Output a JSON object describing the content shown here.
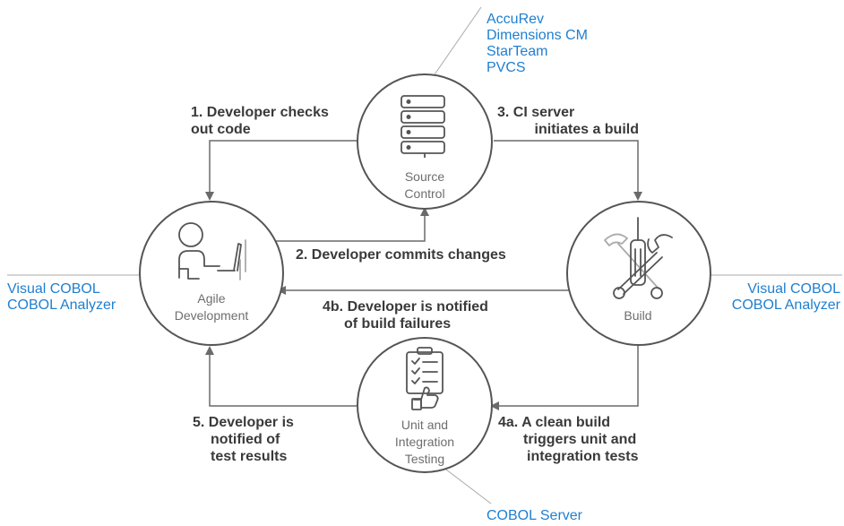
{
  "nodes": {
    "source_control": [
      "Source",
      "Control"
    ],
    "agile": [
      "Agile",
      "Development"
    ],
    "build": [
      "Build"
    ],
    "testing": [
      "Unit and",
      "Integration",
      "Testing"
    ]
  },
  "steps": {
    "step1": [
      "1. Developer checks",
      "out code"
    ],
    "step2": [
      "2. Developer commits changes"
    ],
    "step3": [
      "3. CI server",
      "initiates a build"
    ],
    "step4a": [
      "4a. A clean build",
      "triggers unit and",
      "integration tests"
    ],
    "step4b": [
      "4b. Developer is notified",
      "of build failures"
    ],
    "step5": [
      "5. Developer is",
      "notified of",
      "test results"
    ]
  },
  "tools": {
    "source_control": [
      "AccuRev",
      "Dimensions CM",
      "StarTeam",
      "PVCS"
    ],
    "agile": [
      "Visual COBOL",
      "COBOL Analyzer"
    ],
    "build": [
      "Visual COBOL",
      "COBOL Analyzer"
    ],
    "testing": [
      "COBOL Server"
    ]
  },
  "colors": {
    "tool_text": "#1f7fd0",
    "label_text": "#3a3a3a",
    "node_caption": "#6e6e6e",
    "circle_stroke": "#555555",
    "arrow": "#6a6a6a",
    "callout_line": "#aaaaaa"
  },
  "icons": {
    "source_control": "database-icon",
    "agile": "developer-at-desk-icon",
    "build": "hammer-screwdriver-wrench-icon",
    "testing": "checklist-thumbs-up-icon"
  }
}
